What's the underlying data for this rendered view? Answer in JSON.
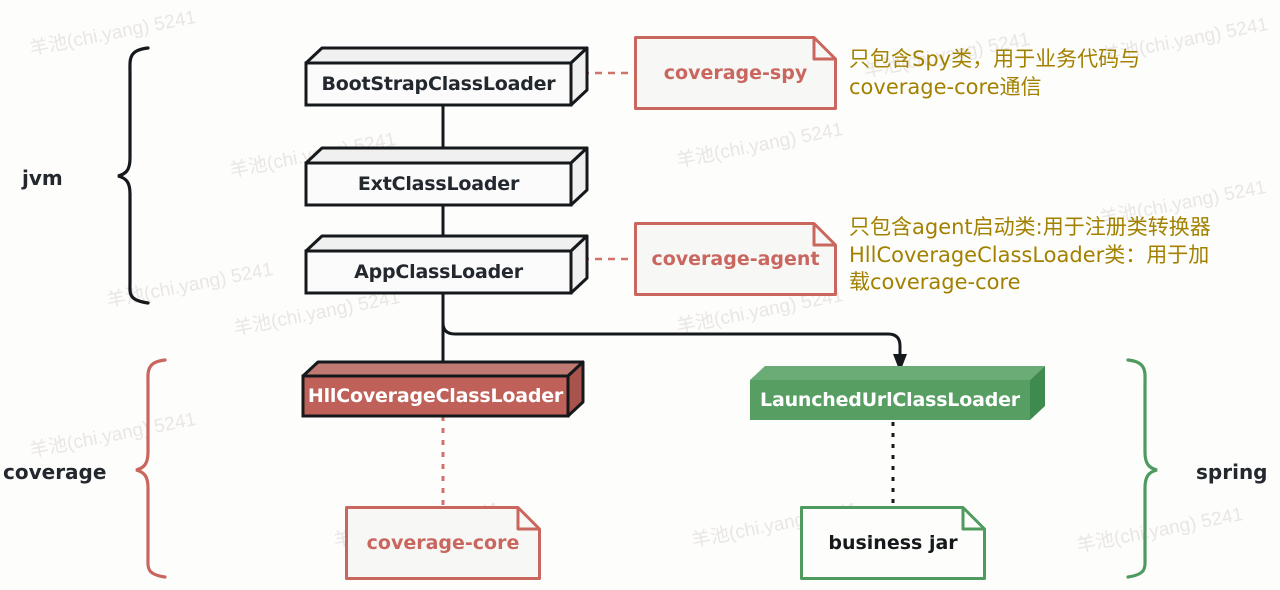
{
  "diagram": {
    "title": "JVM ClassLoader hierarchy with coverage agent",
    "colors": {
      "red": "#c9675f",
      "red_fill": "#bf6059",
      "green": "#4f9a5f",
      "green_fill": "#579e63",
      "gold": "#a38100",
      "box_front": "#fbfbfb",
      "box_top": "#f0f0f0",
      "outline": "#16191c",
      "watermark": "#e9e6e4"
    },
    "watermark_text": "羊池(chi.yang) 5241"
  },
  "groups": [
    {
      "id": "jvm",
      "label": "jvm",
      "brace_color": "#16191c",
      "side": "left"
    },
    {
      "id": "coverage",
      "label": "coverage",
      "brace_color": "#c9675f",
      "side": "left"
    },
    {
      "id": "spring",
      "label": "spring",
      "brace_color": "#4f9a5f",
      "side": "right"
    }
  ],
  "classloaders": [
    {
      "id": "bootstrap",
      "label": "BootStrapClassLoader",
      "style": "plain"
    },
    {
      "id": "ext",
      "label": "ExtClassLoader",
      "style": "plain"
    },
    {
      "id": "app",
      "label": "AppClassLoader",
      "style": "plain"
    },
    {
      "id": "hll",
      "label": "HllCoverageClassLoader",
      "style": "red"
    },
    {
      "id": "launched",
      "label": "LaunchedUrlClassLoader",
      "style": "green"
    }
  ],
  "notes": [
    {
      "id": "coverage-spy",
      "label": "coverage-spy",
      "color": "#c9675f"
    },
    {
      "id": "coverage-agent",
      "label": "coverage-agent",
      "color": "#c9675f"
    },
    {
      "id": "coverage-core",
      "label": "coverage-core",
      "color": "#c9675f"
    },
    {
      "id": "business-jar",
      "label": "business jar",
      "color": "#4f9a5f",
      "text_color": "#16191c"
    }
  ],
  "annotations": [
    {
      "id": "spy-annotation",
      "text": "只包含Spy类，用于业务代码与\ncoverage-core通信"
    },
    {
      "id": "agent-annotation",
      "text": "只包含agent启动类:用于注册类转换器\nHllCoverageClassLoader类：用于加\n载coverage-core"
    }
  ]
}
